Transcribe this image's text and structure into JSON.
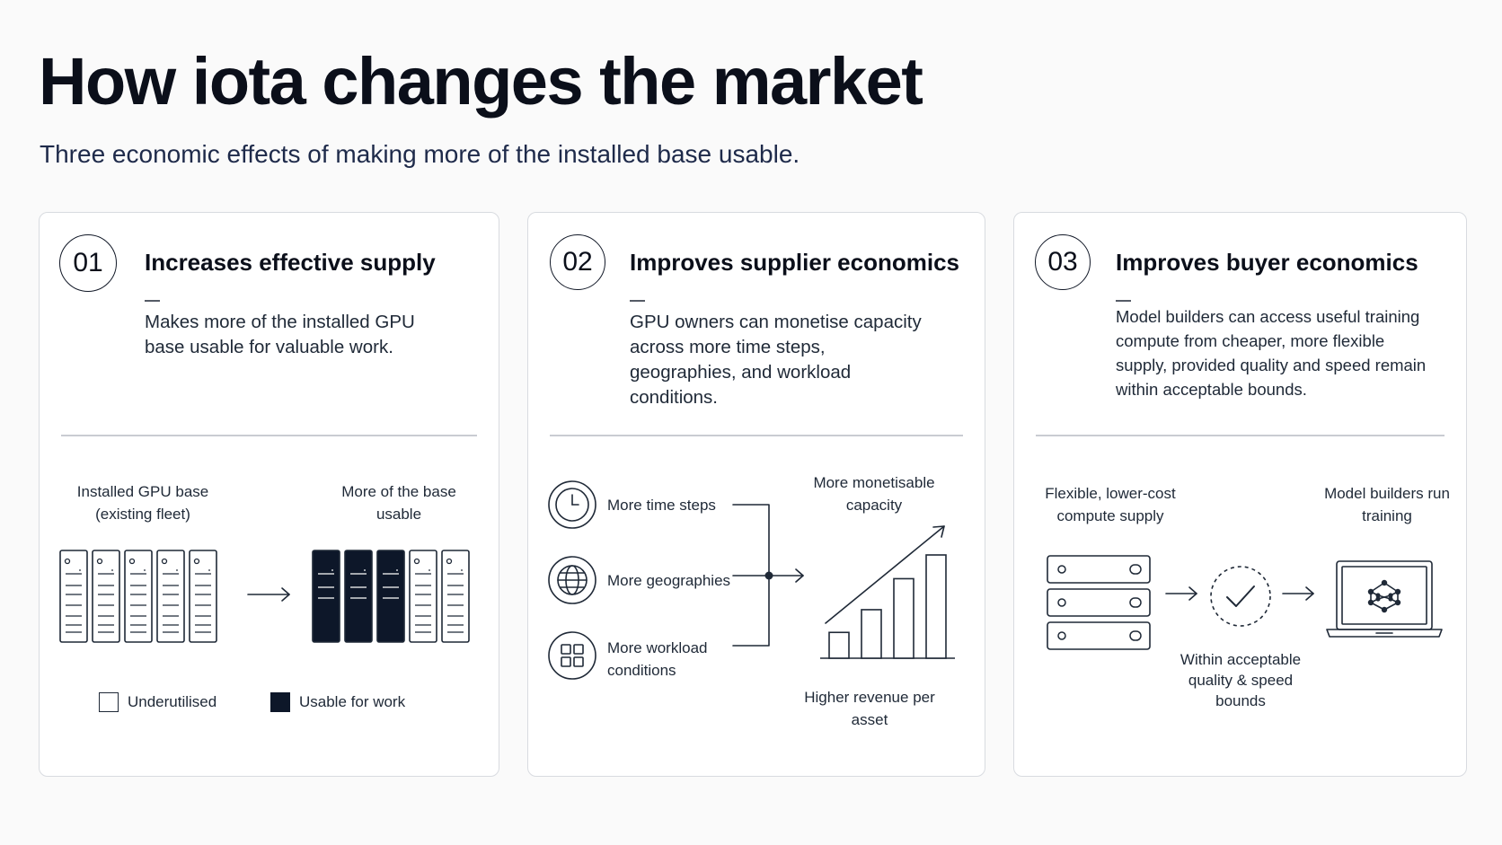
{
  "header": {
    "title": "How iota changes the market",
    "subtitle": "Three economic effects of making more of the installed base usable."
  },
  "cards": [
    {
      "number": "01",
      "title": "Increases effective supply",
      "description": "Makes more of the installed GPU base usable for valuable work.",
      "left_label": "Installed GPU base (existing fleet)",
      "right_label": "More of the base usable",
      "left_racks": {
        "total": 5,
        "usable": 0
      },
      "right_racks": {
        "total": 5,
        "usable": 3
      },
      "legend": [
        {
          "label": "Underutilised",
          "style": "outline"
        },
        {
          "label": "Usable for work",
          "style": "filled"
        }
      ]
    },
    {
      "number": "02",
      "title": "Improves supplier economics",
      "description": "GPU owners can monetise capacity across more time steps, geographies, and workload conditions.",
      "inputs": [
        {
          "icon": "clock-icon",
          "label": "More time steps"
        },
        {
          "icon": "globe-icon",
          "label": "More geographies"
        },
        {
          "icon": "grid-icon",
          "label": "More workload conditions"
        }
      ],
      "top_label": "More monetisable capacity",
      "bottom_label": "Higher revenue per asset",
      "bar_levels": [
        0.25,
        0.47,
        0.77,
        1.0
      ]
    },
    {
      "number": "03",
      "title": "Improves buyer economics",
      "description": "Model builders can access useful training compute from cheaper, more flexible supply, provided quality and speed remain within acceptable bounds.",
      "left_label": "Flexible, lower-cost compute supply",
      "middle_label": "Within acceptable quality & speed bounds",
      "right_label": "Model builders run training",
      "server_count": 3
    }
  ],
  "colors": {
    "background": "#fafafa",
    "card": "#ffffff",
    "ink": "#0b0f1a",
    "usable_fill": "#0d1729",
    "border": "#d8dbe0"
  }
}
